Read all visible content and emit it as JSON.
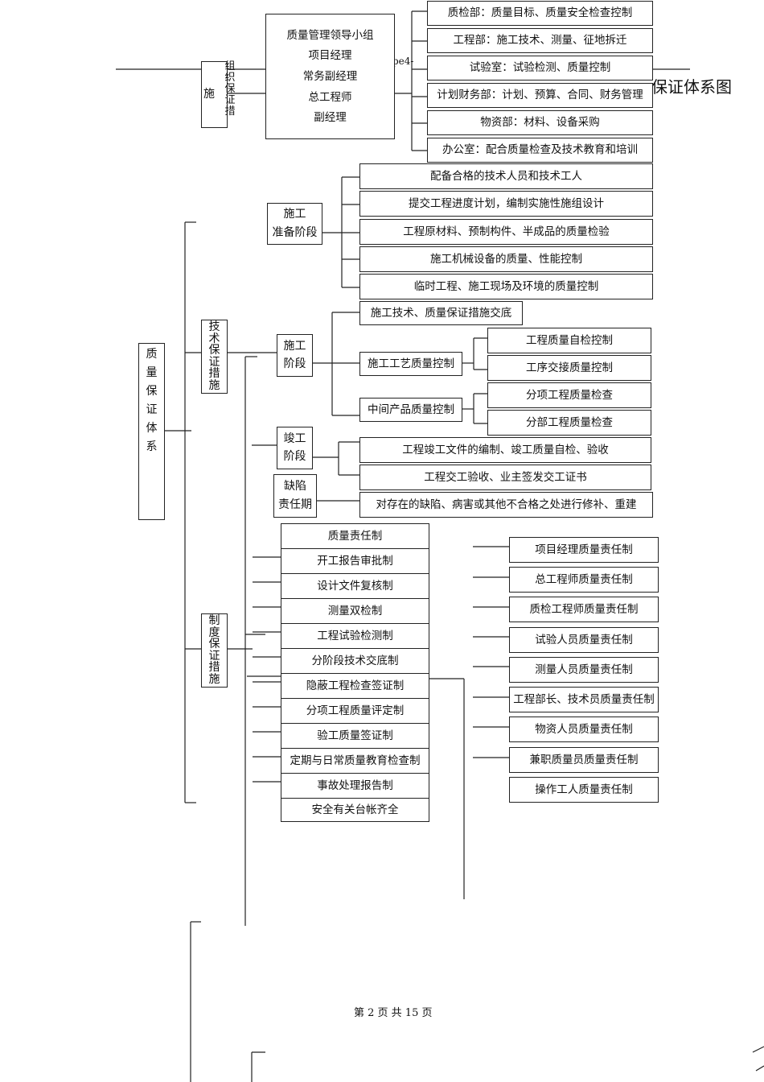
{
  "title": "保证体系图",
  "fragment": "pe4-",
  "root": "质\n量\n保\n证\n体\n系",
  "org": {
    "label_shi": "施",
    "label_vertical": "组\n织\n保\n证\n措",
    "leaders": [
      "质量管理领导小组",
      "项目经理",
      "常务副经理",
      "总工程师",
      "副经理"
    ],
    "depts": [
      "质检部：质量目标、质量安全检查控制",
      "工程部：施工技术、测量、征地拆迁",
      "试验室：试验检测、质量控制",
      "计划财务部：计划、预算、合同、财务管理",
      "物资部：材料、设备采购",
      "办公室：配合质量检查及技术教育和培训"
    ]
  },
  "tech": {
    "label": "技\n术\n保\n证\n措\n施",
    "prep": {
      "label1": "施工",
      "label2": "准备阶段",
      "items": [
        "配备合格的技术人员和技术工人",
        "提交工程进度计划，编制实施性施组设计",
        "工程原材料、预制构件、半成品的质量检验",
        "施工机械设备的质量、性能控制",
        "临时工程、施工现场及环境的质量控制"
      ]
    },
    "construct": {
      "label1": "施工",
      "label2": "阶段",
      "disclosure": "施工技术、质量保证措施交底",
      "process": "施工工艺质量控制",
      "process_items": [
        "工程质量自检控制",
        "工序交接质量控制"
      ],
      "middle": "中间产品质量控制",
      "middle_items": [
        "分项工程质量检查",
        "分部工程质量检查"
      ]
    },
    "complete": {
      "label1": "竣工",
      "label2": "阶段",
      "items": [
        "工程竣工文件的编制、竣工质量自检、验收",
        "工程交工验收、业主签发交工证书"
      ]
    },
    "defect": {
      "label1": "缺陷",
      "label2": "责任期",
      "item": "对存在的缺陷、病害或其他不合格之处进行修补、重建"
    }
  },
  "system": {
    "label": "制\n度\n保\n证\n措\n施",
    "items": [
      "质量责任制",
      "开工报告审批制",
      "设计文件复核制",
      "测量双检制",
      "工程试验检测制",
      "分阶段技术交底制",
      "隐蔽工程检查签证制",
      "分项工程质量评定制",
      "验工质量签证制",
      "定期与日常质量教育检查制",
      "事故处理报告制",
      "安全有关台帐齐全"
    ],
    "responsibility": [
      "项目经理质量责任制",
      "总工程师质量责任制",
      "质检工程师质量责任制",
      "试验人员质量责任制",
      "测量人员质量责任制",
      "工程部长、技术员质量责任制",
      "物资人员质量责任制",
      "兼职质量员质量责任制",
      "操作工人质量责任制"
    ]
  },
  "footer": "第 2 页 共 15 页"
}
